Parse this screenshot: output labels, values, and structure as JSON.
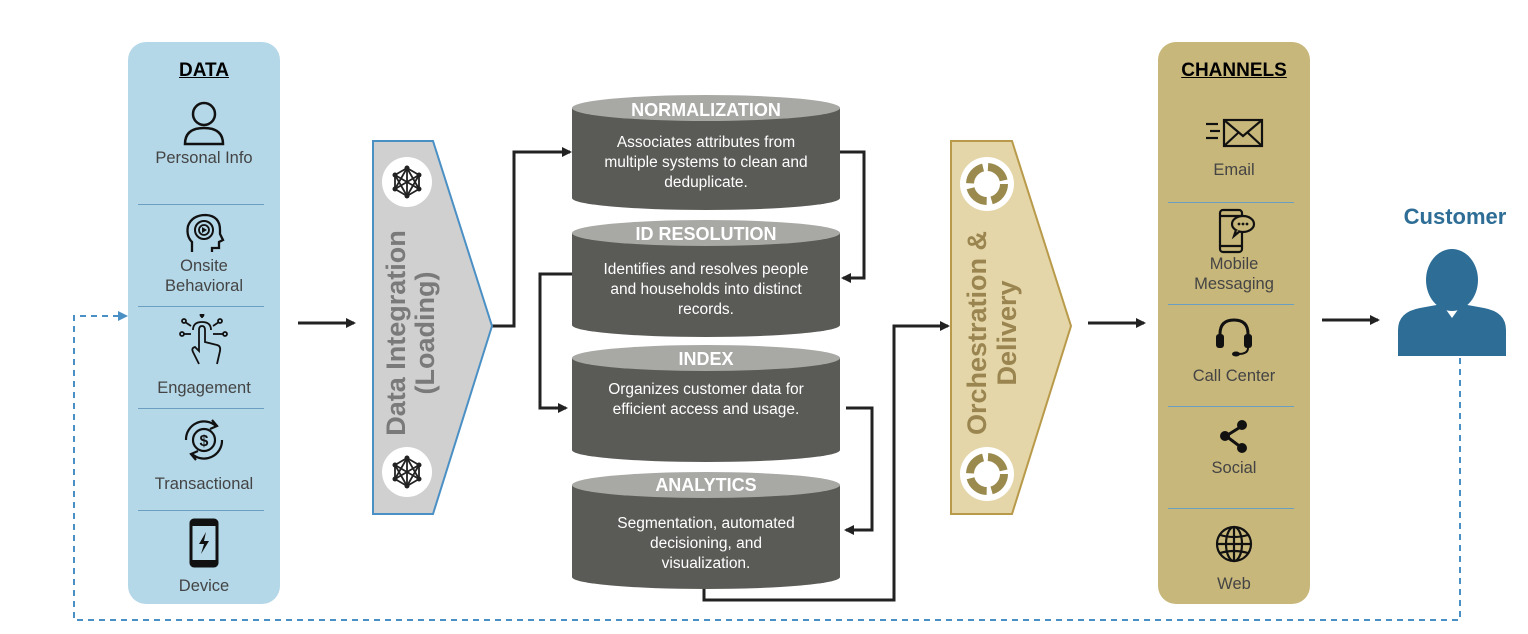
{
  "data_panel": {
    "title": "DATA",
    "items": [
      {
        "label": "Personal Info",
        "icon": "person-icon"
      },
      {
        "label": "Onsite\nBehavioral",
        "label_line1": "Onsite",
        "label_line2": "Behavioral",
        "icon": "head-gear-icon"
      },
      {
        "label": "Engagement",
        "icon": "hand-tap-icon"
      },
      {
        "label": "Transactional",
        "icon": "dollar-cycle-icon"
      },
      {
        "label": "Device",
        "icon": "mobile-charge-icon"
      }
    ]
  },
  "integration": {
    "line1": "Data Integration",
    "line2": "(Loading)",
    "icon": "network-icon"
  },
  "stages": [
    {
      "title": "NORMALIZATION",
      "lines": [
        "Associates attributes from",
        "multiple systems to clean and",
        "deduplicate."
      ]
    },
    {
      "title": "ID RESOLUTION",
      "lines": [
        "Identifies and resolves people",
        "and households into distinct",
        "records."
      ]
    },
    {
      "title": "INDEX",
      "lines": [
        "Organizes customer data for",
        "efficient access and usage."
      ]
    },
    {
      "title": "ANALYTICS",
      "lines": [
        "Segmentation, automated",
        "decisioning, and",
        "visualization."
      ]
    }
  ],
  "orchestration": {
    "line1": "Orchestration &",
    "line2": "Delivery",
    "icon": "cycle-icon"
  },
  "channels_panel": {
    "title": "CHANNELS",
    "items": [
      {
        "label": "Email",
        "icon": "email-icon"
      },
      {
        "label_line1": "Mobile",
        "label_line2": "Messaging",
        "icon": "mobile-chat-icon"
      },
      {
        "label": "Call Center",
        "icon": "headset-icon"
      },
      {
        "label": "Social",
        "icon": "share-icon"
      },
      {
        "label": "Web",
        "icon": "globe-icon"
      }
    ]
  },
  "customer": {
    "title": "Customer",
    "icon": "customer-avatar-icon"
  },
  "colors": {
    "data_panel": "#b4d8e8",
    "channels_panel": "#c8b77a",
    "integration_fill": "#d0d0d0",
    "integration_border": "#4a90c4",
    "orchestration_fill": "#e4d6a8",
    "orchestration_border": "#b89a4a",
    "cylinder_body": "#5a5a57",
    "cylinder_top": "#a8a8a5",
    "customer": "#2e6e96",
    "feedback_line": "#4a90c4"
  }
}
